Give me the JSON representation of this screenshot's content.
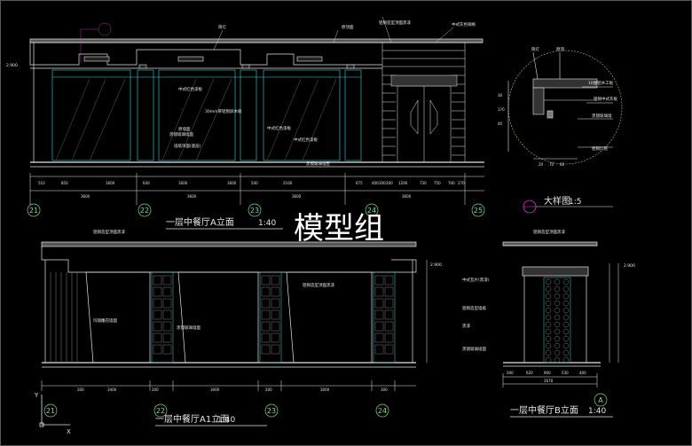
{
  "watermark": "模型组",
  "colors": {
    "background": "#000000",
    "lines": "#e6e6e6",
    "cyan": "#36d6e0",
    "green": "#7fdc8c",
    "magenta": "#d238c8",
    "red": "#e04040"
  },
  "elevation_a": {
    "title": "一层中餐厅A立面",
    "scale": "1:40",
    "level_mark": "2.900",
    "labels": [
      "筒灯",
      "原顶面",
      "铝铜造型顶面黑漆",
      "中式灰色铜格",
      "中式红色漆板",
      "30mm厚铝刨屏木板",
      "原墙面",
      "黑镜玻璃墙面",
      "中式红色漆板",
      "墙纸饰面(基层)",
      "中式红色漆板",
      "黑镜玻璃墙壁"
    ],
    "dims": [
      "510",
      "850",
      "1600",
      "640",
      "1600",
      "1600",
      "540",
      "2100",
      "675",
      "400",
      "200",
      "200",
      "1200",
      "730",
      "750",
      "700",
      "270"
    ],
    "dims_total": [
      "3600",
      "3600",
      "3600",
      "3600"
    ],
    "grid": [
      "21",
      "22",
      "23",
      "24",
      "25"
    ]
  },
  "elevation_a1": {
    "title": "一层中餐厅A1立面",
    "scale": "1:40",
    "level_mark": "2.900",
    "labels": [
      "铝铜造型顶面黑漆",
      "铝铜造型顶面黑漆",
      "玛瑙雕花墙面",
      "黑镜玻璃墙面"
    ],
    "dims": [
      "200",
      "3400",
      "200",
      "3000",
      "200",
      "3000",
      "300"
    ],
    "grid": [
      "21",
      "22",
      "23",
      "24"
    ]
  },
  "elevation_b": {
    "title": "一层中餐厅B立面",
    "scale": "1:40",
    "level_mark": "2.900",
    "labels": [
      "铝铜造型顶面黑漆",
      "中式瓦片(黑漆)",
      "铝铜造型墙纸",
      "黑漆",
      "黑镜玻璃墙面"
    ],
    "dims": [
      "200",
      "620",
      "900",
      "530",
      "400"
    ],
    "dims_total": [
      "2670"
    ],
    "grid": [
      "A"
    ]
  },
  "detail": {
    "title": "大样图",
    "scale": "1:5",
    "labels": [
      "筒灯",
      "原顶",
      "10厘铝木工板",
      "铝铜中式灰板",
      "黑镜玻璃墙",
      "铝铜灯管"
    ],
    "dims": [
      "20",
      "70",
      "60",
      "30",
      "170",
      "40"
    ]
  },
  "ucs": {
    "y": "Y",
    "x": "X"
  }
}
